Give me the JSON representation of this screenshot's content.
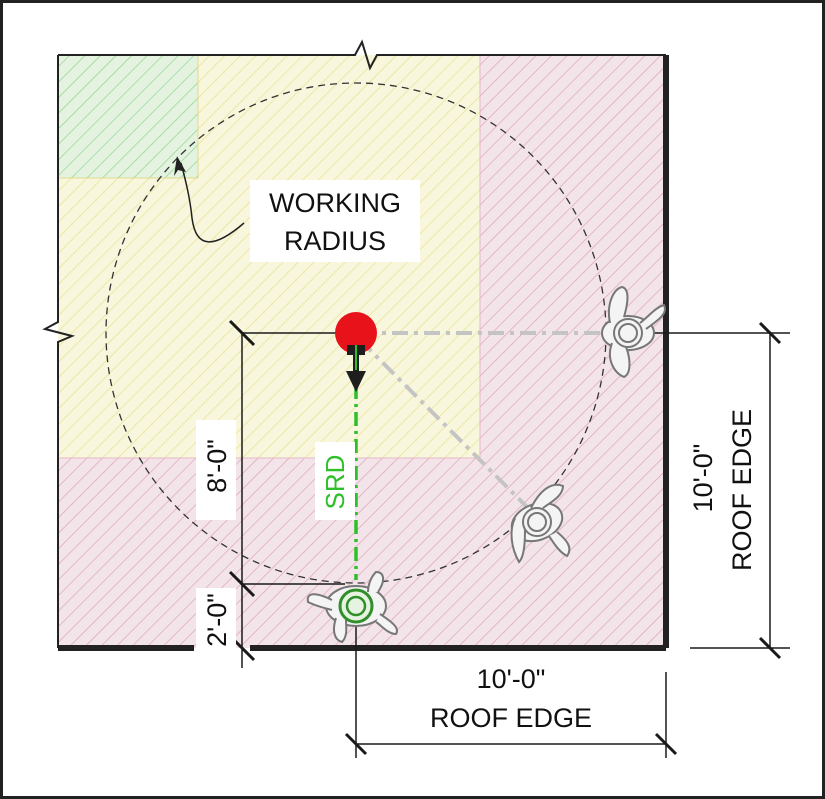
{
  "labels": {
    "working_radius_line1": "WORKING",
    "working_radius_line2": "RADIUS",
    "srd": "SRD",
    "dim_8ft": "8'-0\"",
    "dim_2ft": "2'-0\"",
    "dim_right_value": "10'-0\"",
    "dim_right_text": "ROOF EDGE",
    "dim_bottom_value": "10'-0\"",
    "dim_bottom_text": "ROOF EDGE"
  },
  "colors": {
    "anchor": "#e8121a",
    "srd_line": "#2fbf2a",
    "hatch_green": "#8fd18a",
    "hatch_yellow": "#e6e08a",
    "hatch_pink": "#d9a0b4",
    "fill_green": "#e3f3df",
    "fill_yellow": "#f8f6dc",
    "fill_pink": "#f3e4ea",
    "dim_line": "#1a1a1a",
    "reach_line": "#c4c4c4",
    "worker_outline": "#777777"
  }
}
